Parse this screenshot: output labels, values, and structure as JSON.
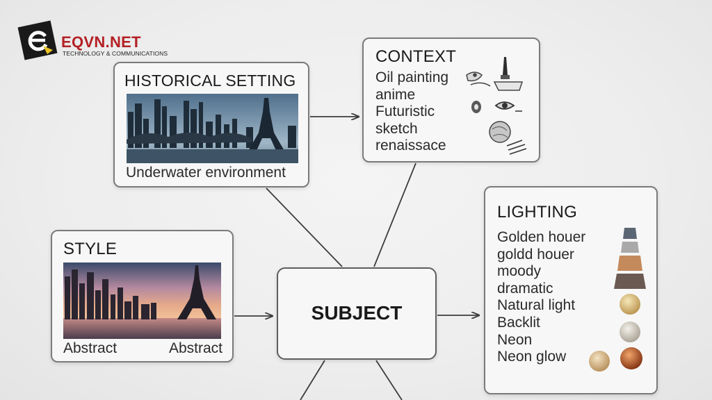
{
  "logo": {
    "name": "EQVN.NET",
    "tagline": "TECHNOLOGY & COMMUNICATIONS",
    "icon": "eqvn-e-logo-icon"
  },
  "historical": {
    "title": "HISTORICAL SETTING",
    "caption": "Underwater environment",
    "image": "city-skyline-bridge-eiffel-tower-photo"
  },
  "context": {
    "title": "CONTEXT",
    "items": [
      "Oil painting",
      "anime",
      "Futuristic",
      "sketch",
      "renaissace"
    ],
    "icons": [
      "paint-palette-icon",
      "brush-icon",
      "eye-sketch-icon",
      "globe-sketch-icon",
      "hatching-lines-icon"
    ]
  },
  "style": {
    "title": "STYLE",
    "caption_left": "Abstract",
    "caption_right": "Abstract",
    "image": "sunset-skyline-eiffel-tower-photo"
  },
  "subject": {
    "title": "SUBJECT"
  },
  "lighting": {
    "title": "LIGHTING",
    "items": [
      "Golden houer",
      "goldd houer",
      "moody",
      "dramatic",
      "Natural light",
      "Backlit",
      "Neon",
      "Neon glow"
    ],
    "swatches": [
      "#5a6673",
      "#a9a9a9",
      "#c58a5c",
      "#6b5a52",
      "#d4b679",
      "#c9c4b6",
      "#d8b98a",
      "#b5531e"
    ]
  },
  "colors": {
    "card_border": "#7a7a7a",
    "card_bg": "#f7f7f7",
    "connector": "#3c3c3c",
    "logo_red": "#b42025"
  }
}
